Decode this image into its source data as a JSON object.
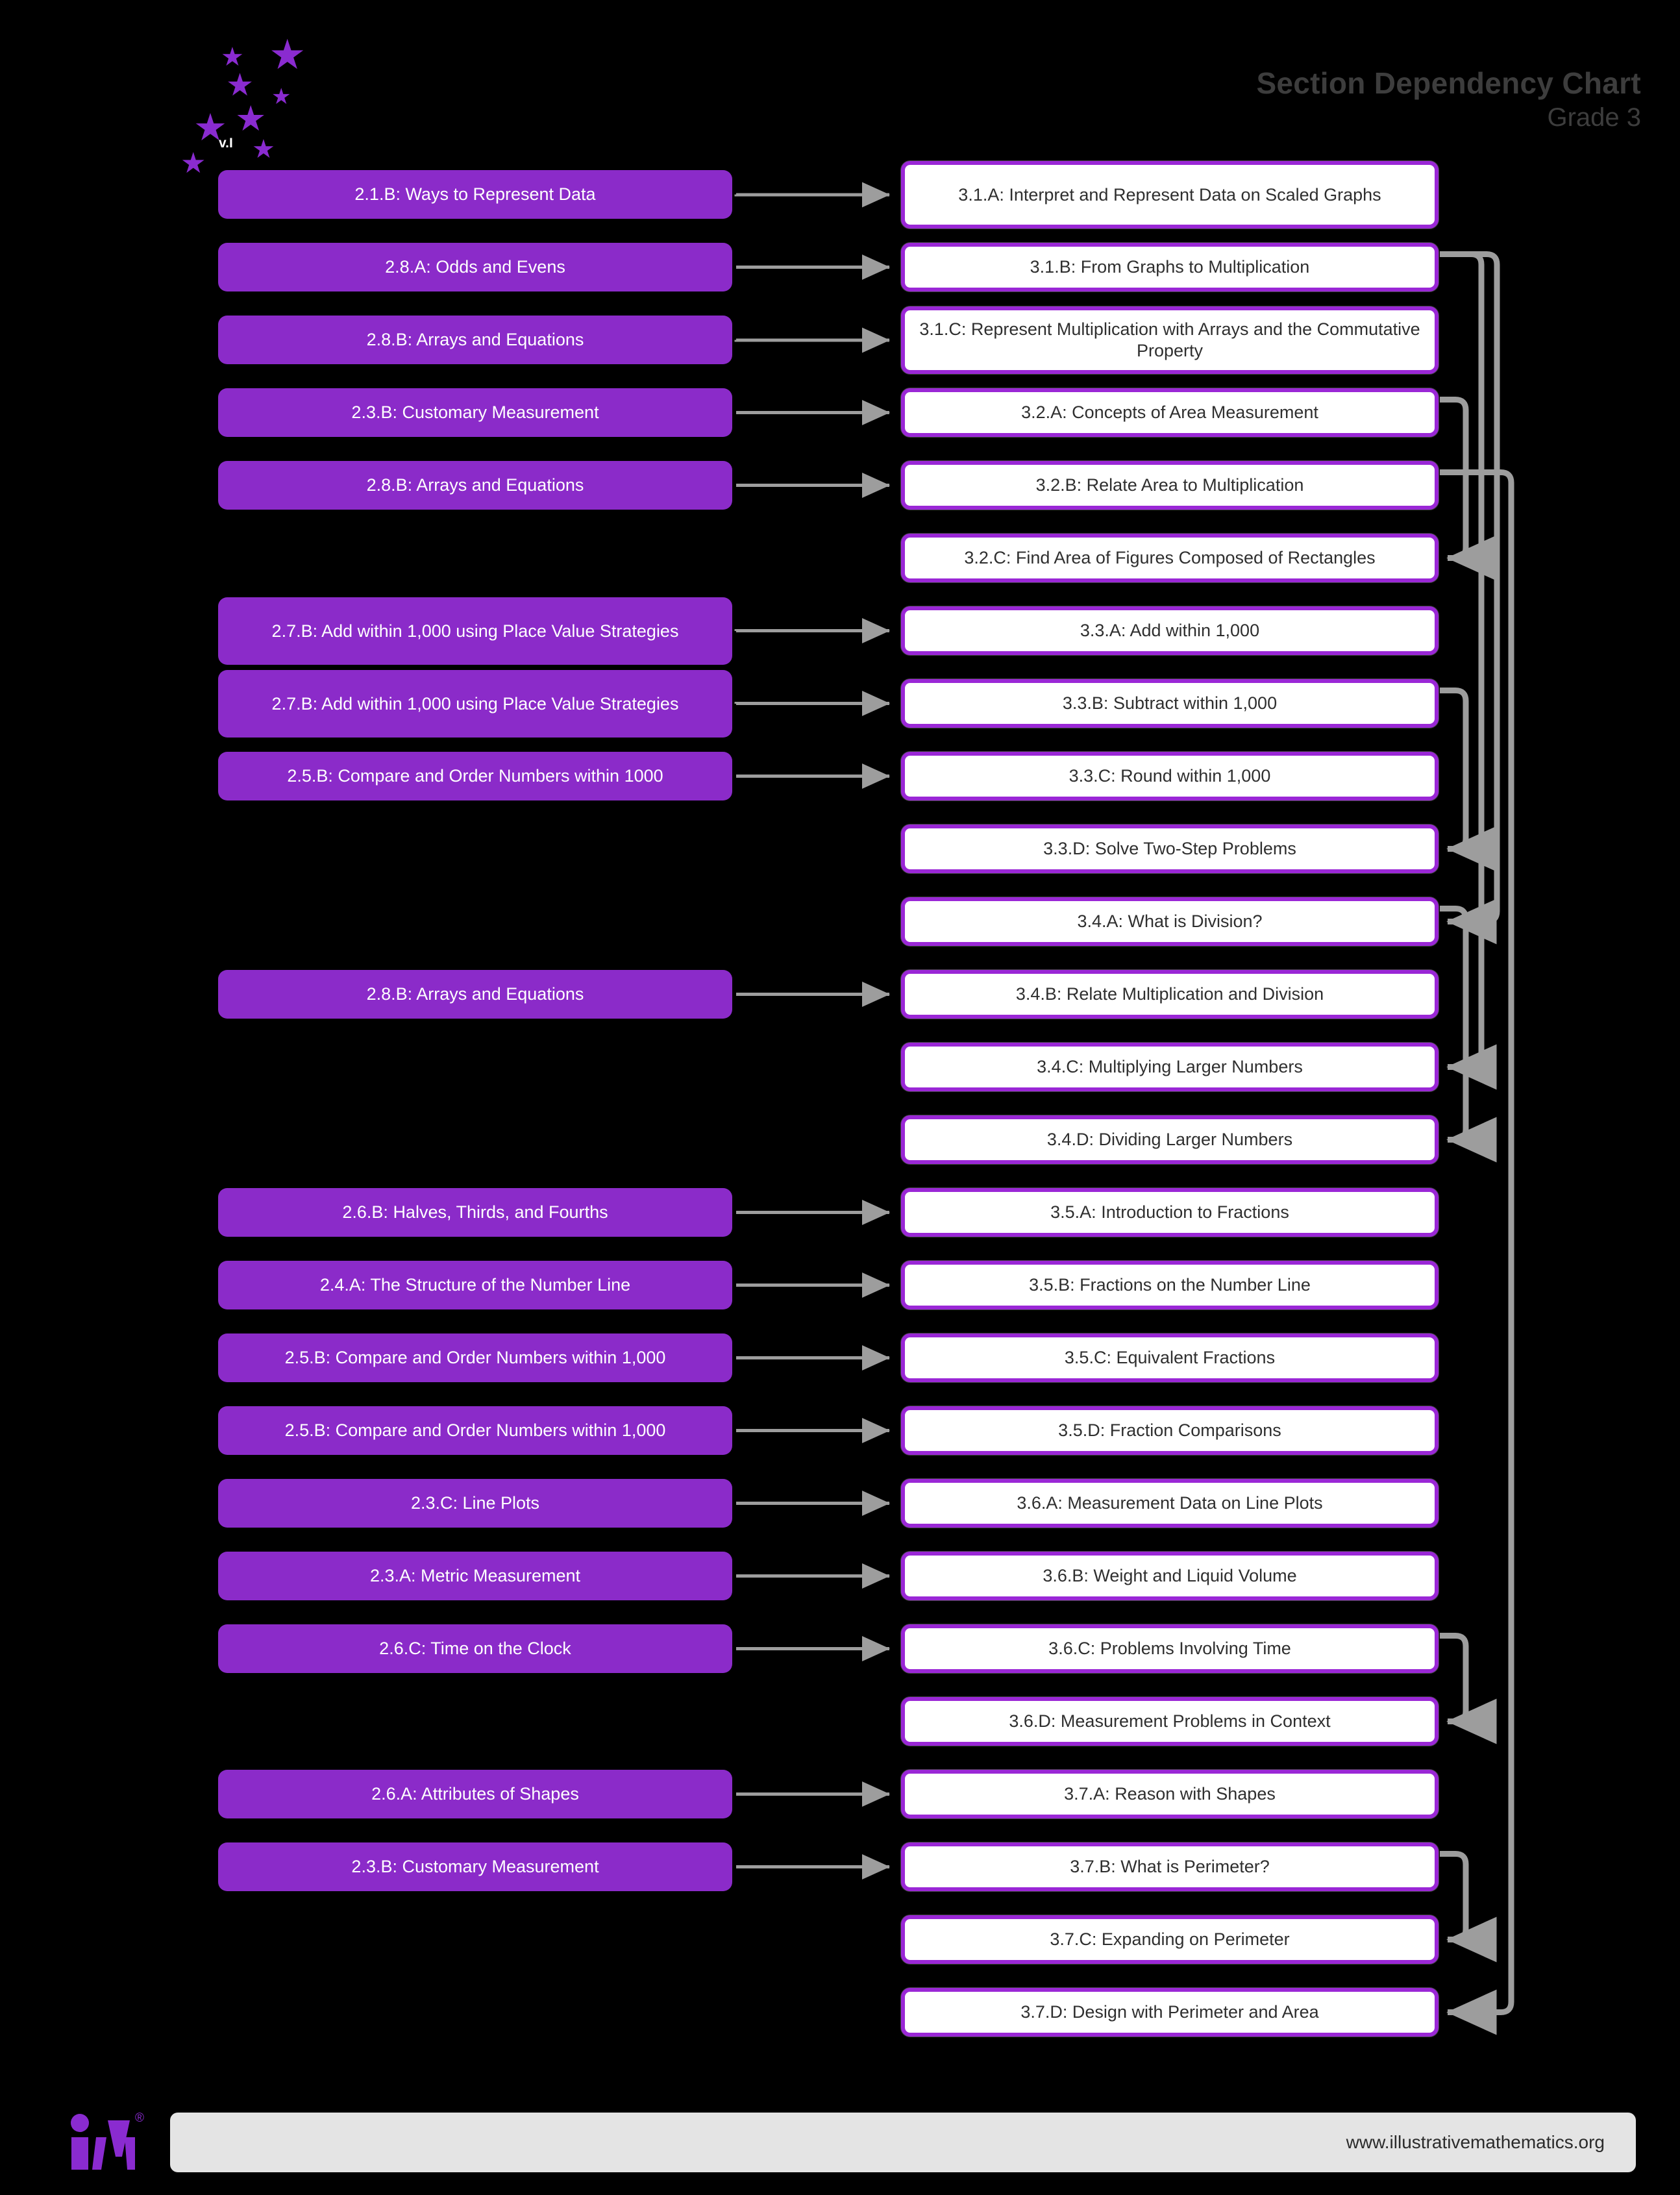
{
  "header": {
    "title": "Section Dependency Chart",
    "subtitle": "Grade 3",
    "version_tag": "v.I"
  },
  "footer": {
    "url": "www.illustrativemathematics.org",
    "logo_text": "iM",
    "registered_mark": "®"
  },
  "colors": {
    "background": "#000000",
    "source_node_fill": "#8B2BC9",
    "target_node_fill": "#ffffff",
    "target_node_border": "#9A27D6",
    "connector": "#9d9d9d",
    "title_text": "#3d3d3d",
    "footer_bar": "#e4e4e4",
    "logo_purple": "#8A2BD0"
  },
  "chart_data": {
    "type": "diagram",
    "title": "Section Dependency Chart",
    "subtitle": "Grade 3",
    "description": "Two-column dependency flow chart: Grade 2 prerequisite sections (left, purple) feed into Grade 3 sections (right, white). Gray elbow connectors on the far right show Grade 3 internal dependencies.",
    "source_nodes": [
      {
        "id": "s0",
        "label": "2.1.B: Ways to Represent Data",
        "row": 0,
        "lines": 1
      },
      {
        "id": "s1",
        "label": "2.8.A: Odds and Evens",
        "row": 1,
        "lines": 1
      },
      {
        "id": "s2",
        "label": "2.8.B: Arrays and Equations",
        "row": 2,
        "lines": 1
      },
      {
        "id": "s3",
        "label": "2.3.B: Customary Measurement",
        "row": 3,
        "lines": 1
      },
      {
        "id": "s4",
        "label": "2.8.B: Arrays and Equations",
        "row": 4,
        "lines": 1
      },
      {
        "id": "s6",
        "label": "2.7.B: Add within 1,000 using Place Value Strategies",
        "row": 6,
        "lines": 2
      },
      {
        "id": "s7",
        "label": "2.7.B: Add within 1,000 using Place Value Strategies",
        "row": 7,
        "lines": 2
      },
      {
        "id": "s8",
        "label": "2.5.B: Compare and Order Numbers within 1000",
        "row": 8,
        "lines": 1
      },
      {
        "id": "s11",
        "label": "2.8.B: Arrays and Equations",
        "row": 11,
        "lines": 1
      },
      {
        "id": "s14",
        "label": "2.6.B: Halves, Thirds, and Fourths",
        "row": 14,
        "lines": 1
      },
      {
        "id": "s15",
        "label": "2.4.A: The Structure of the Number Line",
        "row": 15,
        "lines": 1
      },
      {
        "id": "s16",
        "label": "2.5.B: Compare and Order Numbers within 1,000",
        "row": 16,
        "lines": 1
      },
      {
        "id": "s17",
        "label": "2.5.B: Compare and Order Numbers within 1,000",
        "row": 17,
        "lines": 1
      },
      {
        "id": "s18",
        "label": "2.3.C: Line Plots",
        "row": 18,
        "lines": 1
      },
      {
        "id": "s19",
        "label": "2.3.A: Metric Measurement",
        "row": 19,
        "lines": 1
      },
      {
        "id": "s20",
        "label": "2.6.C: Time on the Clock",
        "row": 20,
        "lines": 1
      },
      {
        "id": "s22",
        "label": "2.6.A: Attributes of Shapes",
        "row": 22,
        "lines": 1
      },
      {
        "id": "s23",
        "label": "2.3.B: Customary Measurement",
        "row": 23,
        "lines": 1
      }
    ],
    "target_nodes": [
      {
        "id": "t0",
        "label": "3.1.A: Interpret and Represent Data on Scaled Graphs",
        "row": 0,
        "lines": 2
      },
      {
        "id": "t1",
        "label": "3.1.B: From Graphs to Multiplication",
        "row": 1,
        "lines": 1
      },
      {
        "id": "t2",
        "label": "3.1.C: Represent Multiplication with Arrays and the Commutative Property",
        "row": 2,
        "lines": 2
      },
      {
        "id": "t3",
        "label": "3.2.A: Concepts of Area Measurement",
        "row": 3,
        "lines": 1
      },
      {
        "id": "t4",
        "label": "3.2.B: Relate Area to Multiplication",
        "row": 4,
        "lines": 1
      },
      {
        "id": "t5",
        "label": "3.2.C: Find Area of Figures Composed of Rectangles",
        "row": 5,
        "lines": 1
      },
      {
        "id": "t6",
        "label": "3.3.A: Add within 1,000",
        "row": 6,
        "lines": 1
      },
      {
        "id": "t7",
        "label": "3.3.B: Subtract within 1,000",
        "row": 7,
        "lines": 1
      },
      {
        "id": "t8",
        "label": "3.3.C: Round within 1,000",
        "row": 8,
        "lines": 1
      },
      {
        "id": "t9",
        "label": "3.3.D: Solve Two-Step Problems",
        "row": 9,
        "lines": 1
      },
      {
        "id": "t10",
        "label": "3.4.A: What is Division?",
        "row": 10,
        "lines": 1
      },
      {
        "id": "t11",
        "label": "3.4.B: Relate Multiplication and Division",
        "row": 11,
        "lines": 1
      },
      {
        "id": "t12",
        "label": "3.4.C: Multiplying Larger Numbers",
        "row": 12,
        "lines": 1
      },
      {
        "id": "t13",
        "label": "3.4.D: Dividing Larger Numbers",
        "row": 13,
        "lines": 1
      },
      {
        "id": "t14",
        "label": "3.5.A: Introduction to Fractions",
        "row": 14,
        "lines": 1
      },
      {
        "id": "t15",
        "label": "3.5.B: Fractions on the Number Line",
        "row": 15,
        "lines": 1
      },
      {
        "id": "t16",
        "label": "3.5.C: Equivalent Fractions",
        "row": 16,
        "lines": 1
      },
      {
        "id": "t17",
        "label": "3.5.D: Fraction Comparisons",
        "row": 17,
        "lines": 1
      },
      {
        "id": "t18",
        "label": "3.6.A: Measurement Data on Line Plots",
        "row": 18,
        "lines": 1
      },
      {
        "id": "t19",
        "label": "3.6.B: Weight and Liquid Volume",
        "row": 19,
        "lines": 1
      },
      {
        "id": "t20",
        "label": "3.6.C: Problems Involving Time",
        "row": 20,
        "lines": 1
      },
      {
        "id": "t21",
        "label": "3.6.D: Measurement Problems in Context",
        "row": 21,
        "lines": 1
      },
      {
        "id": "t22",
        "label": "3.7.A: Reason with Shapes",
        "row": 22,
        "lines": 1
      },
      {
        "id": "t23",
        "label": "3.7.B: What is Perimeter?",
        "row": 23,
        "lines": 1
      },
      {
        "id": "t24",
        "label": "3.7.C: Expanding on Perimeter",
        "row": 24,
        "lines": 1
      },
      {
        "id": "t25",
        "label": "3.7.D: Design with Perimeter and Area",
        "row": 25,
        "lines": 1
      }
    ],
    "cross_edges": [
      {
        "from": "s0",
        "to": "t0"
      },
      {
        "from": "s1",
        "to": "t1"
      },
      {
        "from": "s2",
        "to": "t2"
      },
      {
        "from": "s3",
        "to": "t3"
      },
      {
        "from": "s4",
        "to": "t4"
      },
      {
        "from": "s6",
        "to": "t6"
      },
      {
        "from": "s7",
        "to": "t7"
      },
      {
        "from": "s8",
        "to": "t8"
      },
      {
        "from": "s11",
        "to": "t11"
      },
      {
        "from": "s14",
        "to": "t14"
      },
      {
        "from": "s15",
        "to": "t15"
      },
      {
        "from": "s16",
        "to": "t16"
      },
      {
        "from": "s17",
        "to": "t17"
      },
      {
        "from": "s18",
        "to": "t18"
      },
      {
        "from": "s19",
        "to": "t19"
      },
      {
        "from": "s20",
        "to": "t20"
      },
      {
        "from": "s22",
        "to": "t22"
      },
      {
        "from": "s23",
        "to": "t23"
      }
    ],
    "internal_edges": [
      {
        "from": "t1",
        "to": "t10",
        "note": "From Graphs to Multiplication feeds What is Division?"
      },
      {
        "from": "t1",
        "to": "t12",
        "note": "From Graphs to Multiplication feeds Multiplying Larger Numbers"
      },
      {
        "from": "t3",
        "to": "t5",
        "note": "Concepts of Area feeds Find Area of Figures"
      },
      {
        "from": "t4",
        "to": "t25",
        "note": "Relate Area to Multiplication feeds Design with Perimeter and Area"
      },
      {
        "from": "t7",
        "to": "t9",
        "note": "Subtract within 1,000 feeds Solve Two-Step Problems"
      },
      {
        "from": "t10",
        "to": "t13",
        "note": "What is Division? feeds Dividing Larger Numbers"
      },
      {
        "from": "t20",
        "to": "t21",
        "note": "Problems Involving Time feeds Measurement Problems in Context"
      },
      {
        "from": "t23",
        "to": "t24",
        "note": "What is Perimeter? feeds Expanding on Perimeter"
      }
    ]
  }
}
